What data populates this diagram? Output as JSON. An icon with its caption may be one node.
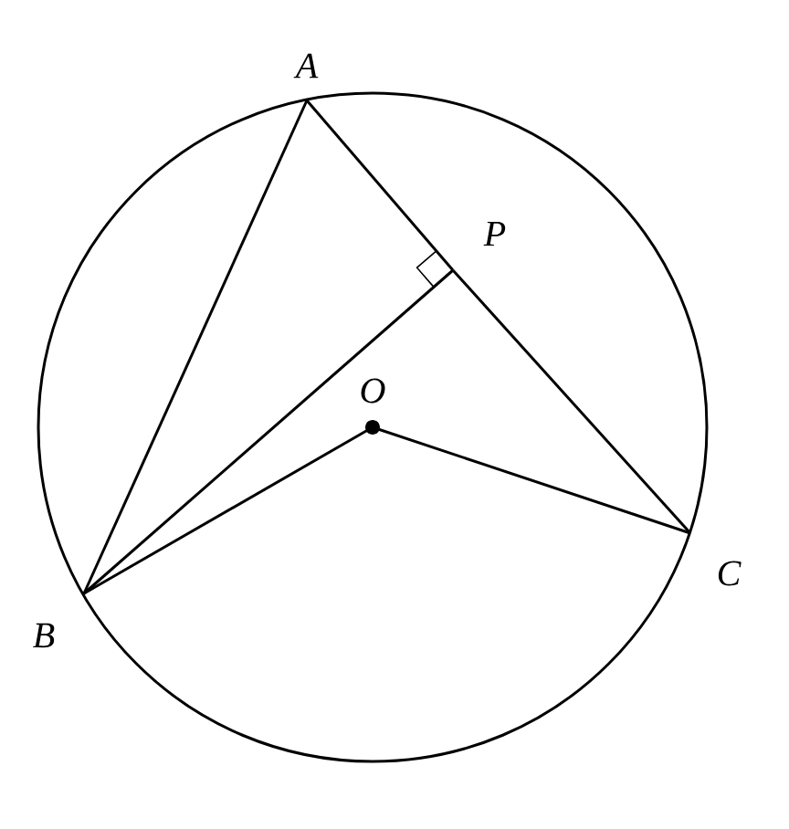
{
  "diagram": {
    "nodes": [
      {
        "text": [
          "A"
        ]
      },
      {
        "text": [
          "P"
        ]
      },
      {
        "text": [
          "O"
        ]
      },
      {
        "text": [
          "B"
        ]
      },
      {
        "text": [
          "C"
        ]
      }
    ],
    "edges": [
      {
        "from": 0,
        "to": 3,
        "arrow": "none"
      },
      {
        "from": 0,
        "to": 1,
        "arrow": "none"
      },
      {
        "from": 1,
        "to": 4,
        "arrow": "none"
      },
      {
        "from": 3,
        "to": 1,
        "arrow": "none"
      },
      {
        "from": 2,
        "to": 3,
        "arrow": "none"
      },
      {
        "from": 2,
        "to": 4,
        "arrow": "none"
      }
    ]
  }
}
